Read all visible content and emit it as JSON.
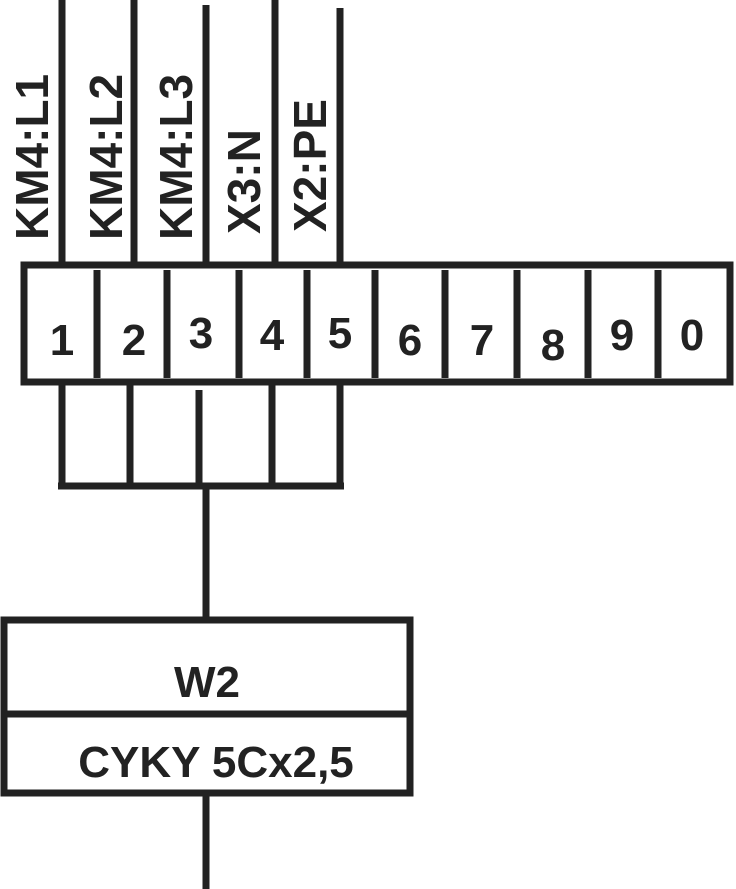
{
  "wire_labels": [
    "KM4:L1",
    "KM4:L2",
    "KM4:L3",
    "X3:N",
    "X2:PE"
  ],
  "terminals": [
    "1",
    "2",
    "3",
    "4",
    "5",
    "6",
    "7",
    "8",
    "9",
    "0"
  ],
  "cable": {
    "name": "W2",
    "type": "CYKY 5Cx2,5"
  },
  "colors": {
    "line": "#222222",
    "background": "#ffffff"
  }
}
